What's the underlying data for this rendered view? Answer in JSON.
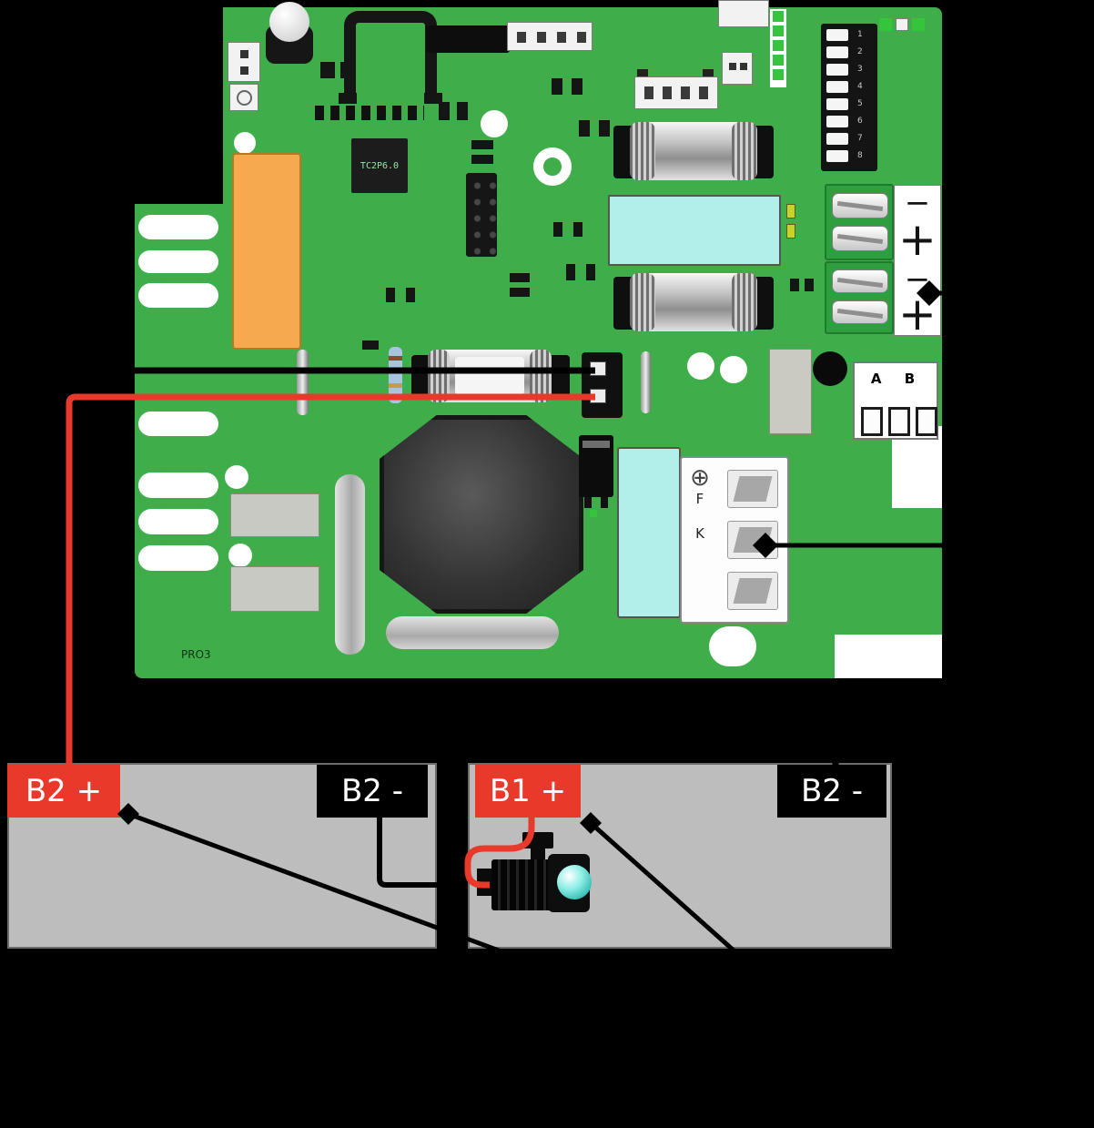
{
  "board": {
    "chip_label": "TC2P6.0",
    "pro_label": "PRO3",
    "ab_label": "A B",
    "relay_letters": [
      "F",
      "K"
    ],
    "terminal_signs": [
      "−",
      "+",
      "−",
      "+"
    ],
    "dip_numbers": [
      "1",
      "2",
      "3",
      "4",
      "5",
      "6",
      "7",
      "8"
    ]
  },
  "battery_labels": {
    "b2_plus": "B2 +",
    "b2_minus_left": "B2 -",
    "b1_plus": "B1 +",
    "b2_minus_right": "B2 -"
  },
  "icons": {
    "screw_cross_icon": "⊕"
  },
  "colors": {
    "background": "#000000",
    "board_green": "#3FAE4A",
    "terminal_green": "#2F9E3F",
    "wire_red": "#E8392B",
    "battery_gray": "#BDBDBD",
    "relay_cyan": "#B2EFEA",
    "capacitor_orange": "#F6A94F"
  }
}
